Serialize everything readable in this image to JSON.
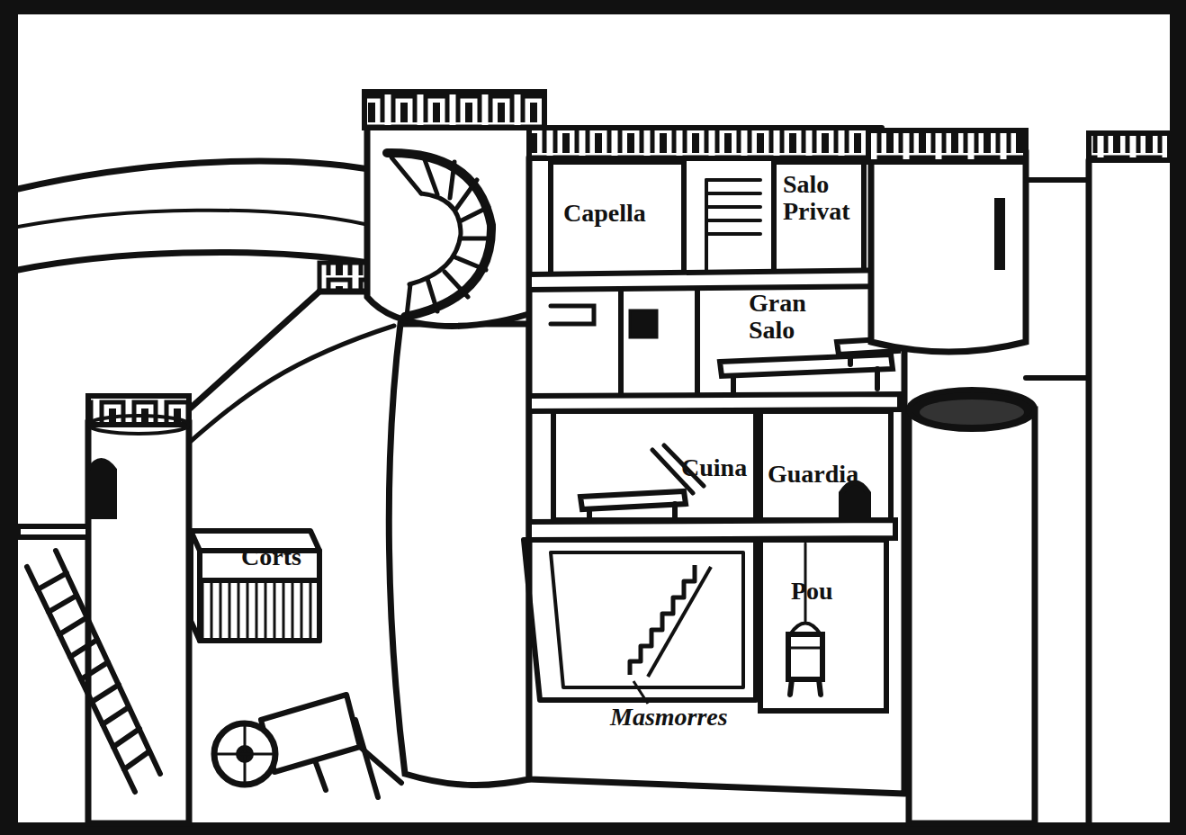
{
  "diagram": {
    "nodes": [
      {
        "text": [
          "Capella"
        ]
      },
      {
        "text": [
          "Salo Privat"
        ]
      },
      {
        "text": [
          "Gran Salo"
        ]
      },
      {
        "text": [
          "Cuina"
        ]
      },
      {
        "text": [
          "Guardia"
        ]
      },
      {
        "text": [
          "Corts"
        ]
      },
      {
        "text": [
          "Pou"
        ]
      },
      {
        "text": [
          "Masmorres"
        ]
      }
    ]
  }
}
